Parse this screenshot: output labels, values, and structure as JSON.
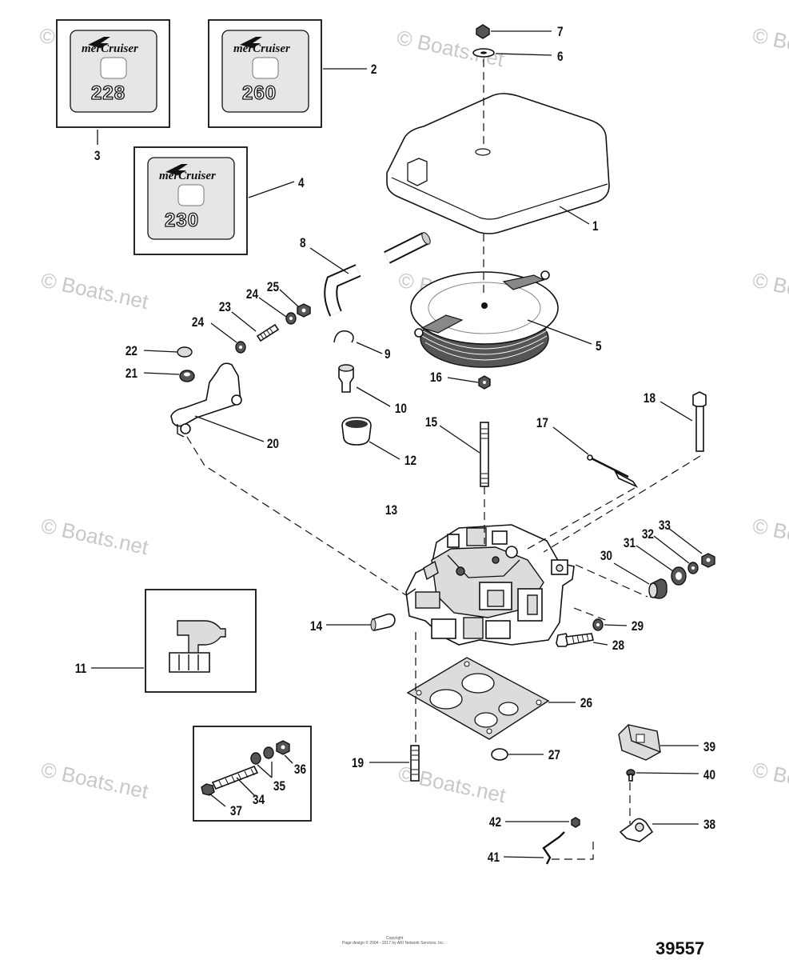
{
  "watermark": "© Boats.net",
  "decals": [
    {
      "brand": "merCruiser",
      "number": "228"
    },
    {
      "brand": "merCruiser",
      "number": "260"
    },
    {
      "brand": "merCruiser",
      "number": "230"
    }
  ],
  "callouts": {
    "c1": "1",
    "c2": "2",
    "c3": "3",
    "c4": "4",
    "c5": "5",
    "c6": "6",
    "c7": "7",
    "c8": "8",
    "c9": "9",
    "c10": "10",
    "c11": "11",
    "c12": "12",
    "c13": "13",
    "c14": "14",
    "c15": "15",
    "c16": "16",
    "c17": "17",
    "c18": "18",
    "c19": "19",
    "c20": "20",
    "c21": "21",
    "c22": "22",
    "c23": "23",
    "c24a": "24",
    "c24b": "24",
    "c25": "25",
    "c26": "26",
    "c27": "27",
    "c28": "28",
    "c29": "29",
    "c30": "30",
    "c31": "31",
    "c32": "32",
    "c33": "33",
    "c34": "34",
    "c35": "35",
    "c36": "36",
    "c37": "37",
    "c38": "38",
    "c39": "39",
    "c40": "40",
    "c41": "41",
    "c42": "42"
  },
  "copyright": {
    "line1": "Copyright",
    "line2": "Page design © 2004 - 2017 by ARI Network Services, Inc."
  },
  "figure_number": "39557"
}
